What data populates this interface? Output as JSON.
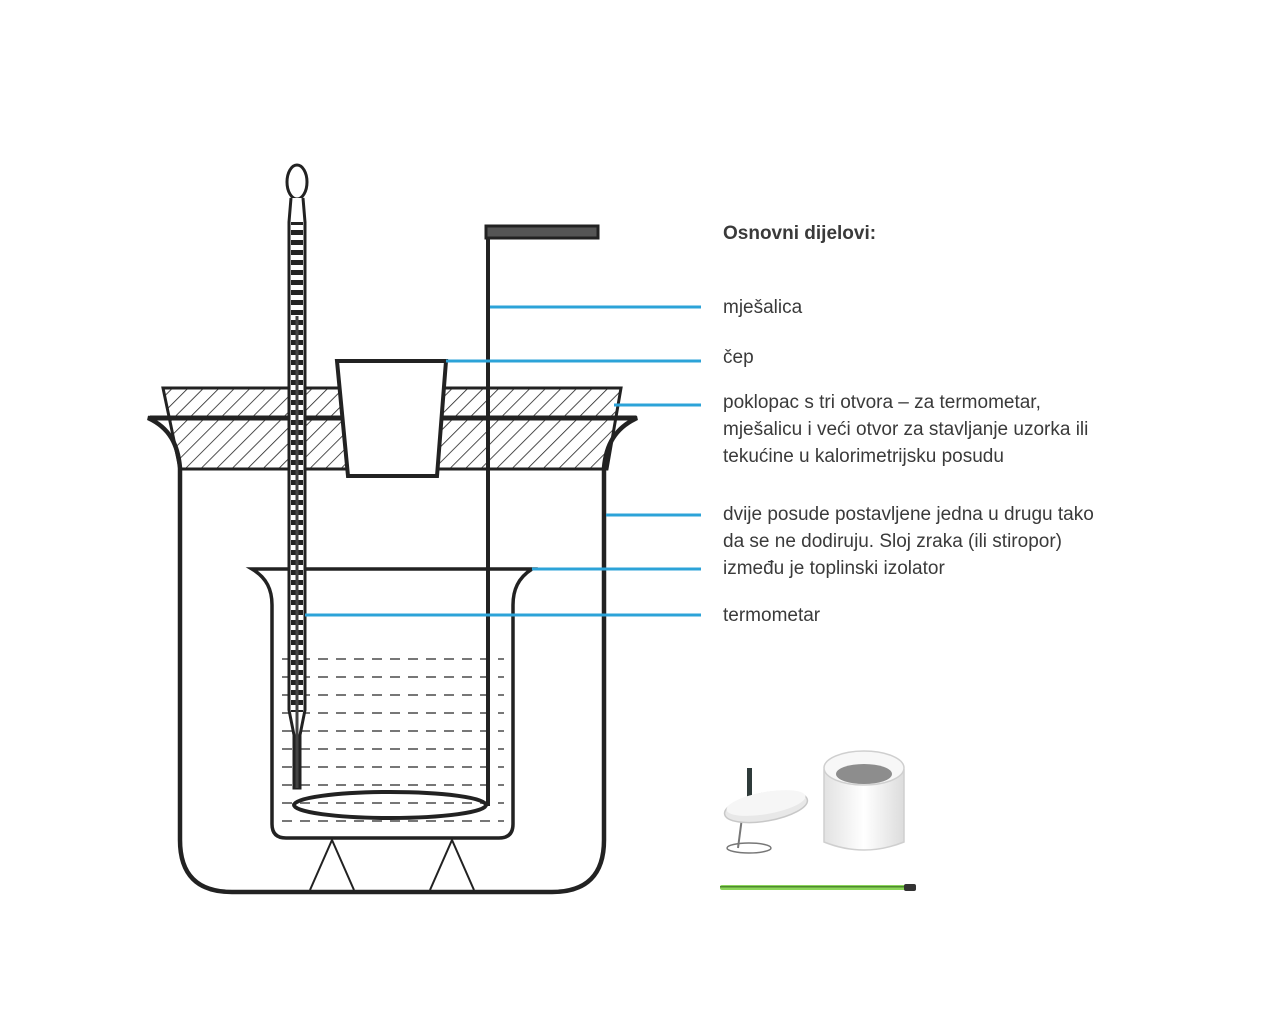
{
  "title": "Osnovni dijelovi:",
  "labels": [
    {
      "id": "stirrer",
      "lines": [
        "mješalica"
      ]
    },
    {
      "id": "stopper",
      "lines": [
        "čep"
      ]
    },
    {
      "id": "lid",
      "lines": [
        "poklopac s tri otvora – za termometar,",
        "mješalicu i veći otvor za stavljanje uzorka ili",
        "tekućine u kalorimetrijsku posudu"
      ]
    },
    {
      "id": "vessels",
      "lines": [
        "dvije posude postavljene jedna u drugu tako",
        "da se ne dodiruju. Sloj zraka (ili stiropor)",
        "između je toplinski izolator"
      ]
    },
    {
      "id": "thermometer",
      "lines": [
        "termometar"
      ]
    }
  ],
  "colors": {
    "leader": "#2ca3d8",
    "outline": "#222222",
    "text": "#3a3a3a",
    "cup": "#f0f0f0",
    "thermo_stripe": "#8cd65a"
  }
}
